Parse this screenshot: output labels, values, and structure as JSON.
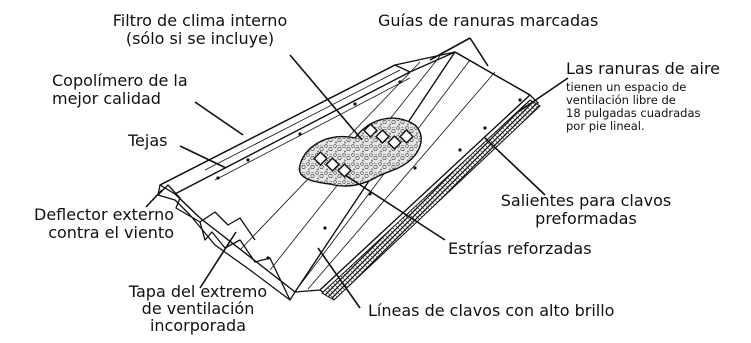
{
  "labels": {
    "filtro": [
      "Filtro de clima interno",
      "(sólo si se incluye)"
    ],
    "guias": "Guías de ranuras marcadas",
    "copolimero": [
      "Copolímero de la",
      "mejor calidad"
    ],
    "ranuras_title": "Las ranuras de aire",
    "ranuras_body": [
      "tienen un espacio de",
      "ventilación libre de",
      "18 pulgadas cuadradas",
      "por pie lineal."
    ],
    "tejas": "Tejas",
    "deflector": [
      "Deflector externo",
      "contra el viento"
    ],
    "salientes": [
      "Salientes para clavos",
      "preformadas"
    ],
    "estrias": "Estrías reforzadas",
    "tapa": [
      "Tapa del extremo",
      "de ventilación",
      "incorporada"
    ],
    "lineas": "Líneas de clavos con alto brillo"
  },
  "colors": {
    "ink": "#111111",
    "paper": "#ffffff",
    "filter": "#d9d9d9"
  }
}
